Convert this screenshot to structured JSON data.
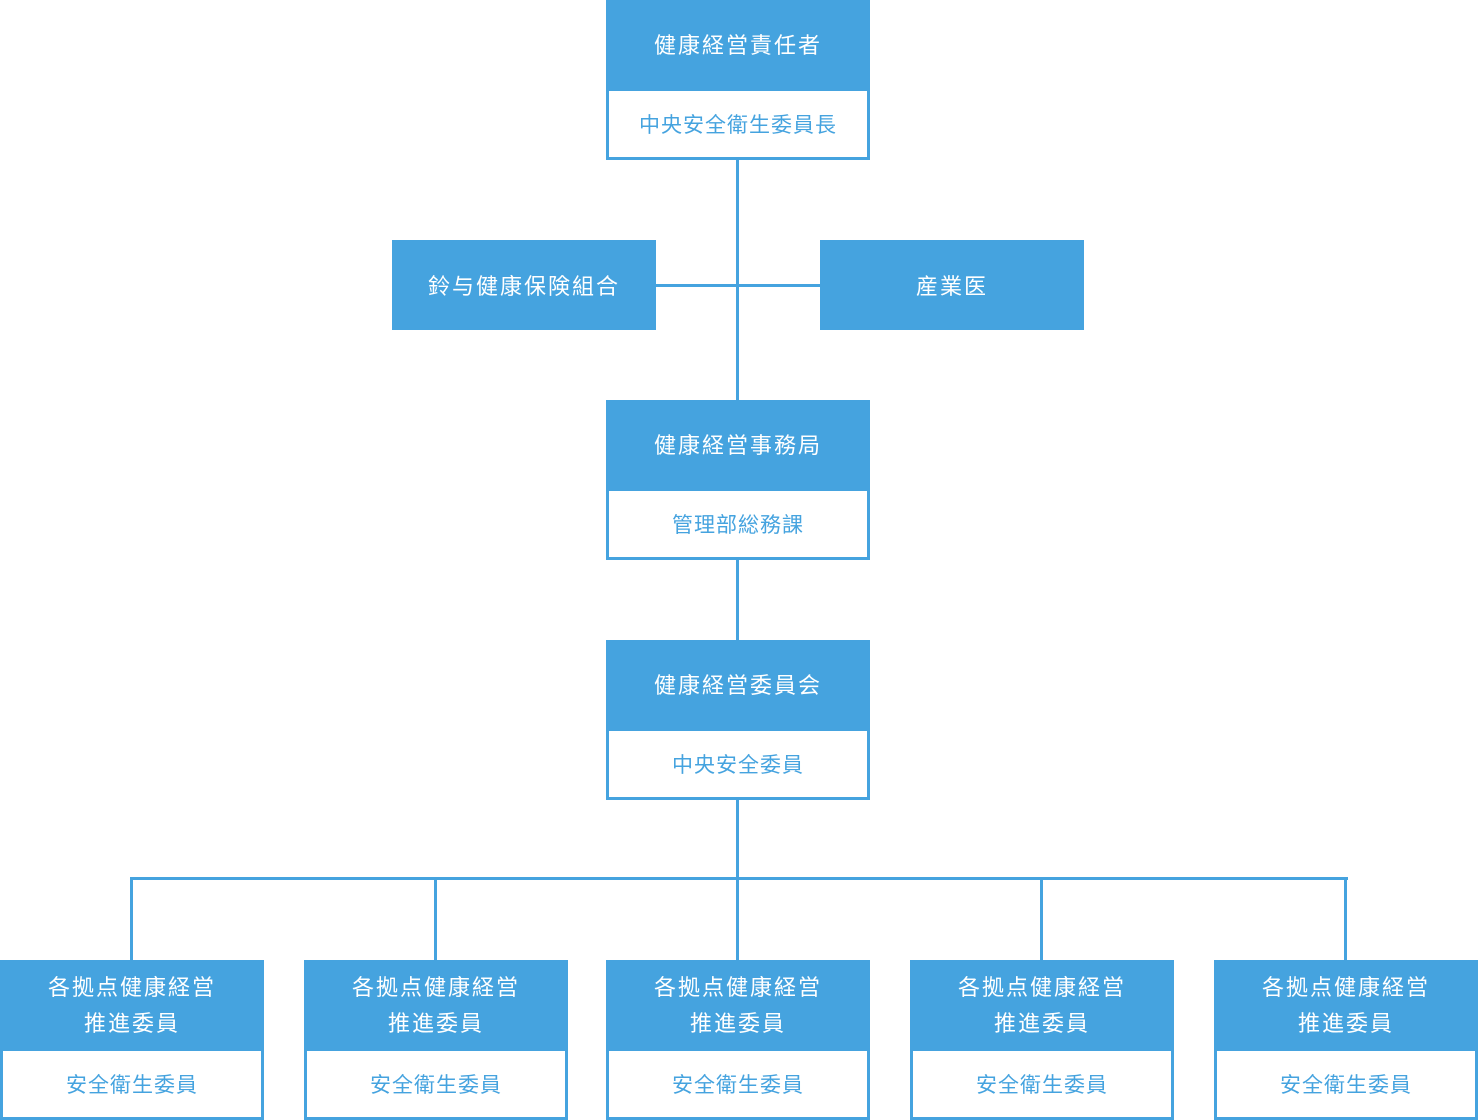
{
  "colors": {
    "primary": "#45a3df",
    "background": "#ffffff",
    "head_text": "#ffffff"
  },
  "org": {
    "top": {
      "title": "健康経営責任者",
      "subtitle": "中央安全衛生委員長"
    },
    "left_side": {
      "title": "鈴与健康保険組合"
    },
    "right_side": {
      "title": "産業医"
    },
    "office": {
      "title": "健康経営事務局",
      "subtitle": "管理部総務課"
    },
    "committee": {
      "title": "健康経営委員会",
      "subtitle": "中央安全委員"
    },
    "branches": [
      {
        "title_line1": "各拠点健康経営",
        "title_line2": "推進委員",
        "subtitle": "安全衛生委員"
      },
      {
        "title_line1": "各拠点健康経営",
        "title_line2": "推進委員",
        "subtitle": "安全衛生委員"
      },
      {
        "title_line1": "各拠点健康経営",
        "title_line2": "推進委員",
        "subtitle": "安全衛生委員"
      },
      {
        "title_line1": "各拠点健康経営",
        "title_line2": "推進委員",
        "subtitle": "安全衛生委員"
      },
      {
        "title_line1": "各拠点健康経営",
        "title_line2": "推進委員",
        "subtitle": "安全衛生委員"
      }
    ]
  }
}
